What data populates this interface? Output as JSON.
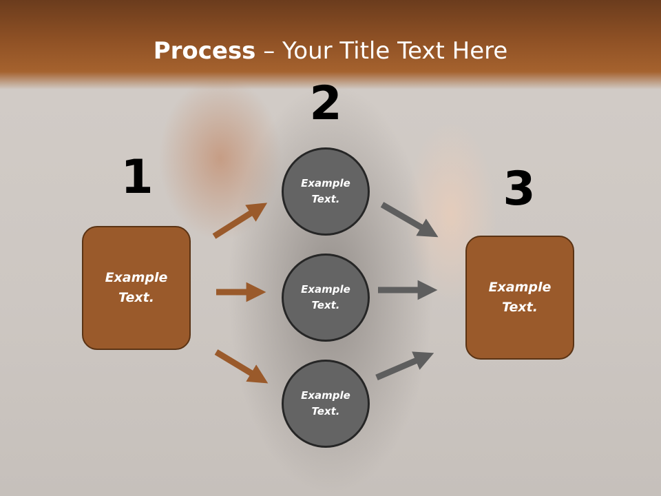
{
  "slide": {
    "title_bold": "Process",
    "title_rest": " – Your Title Text Here"
  },
  "numbers": [
    "1",
    "2",
    "3"
  ],
  "left_box": {
    "label_line1": "Example",
    "label_line2": "Text."
  },
  "right_box": {
    "label_line1": "Example",
    "label_line2": "Text."
  },
  "circles": [
    {
      "label_line1": "Example",
      "label_line2": "Text."
    },
    {
      "label_line1": "Example",
      "label_line2": "Text."
    },
    {
      "label_line1": "Example",
      "label_line2": "Text."
    }
  ],
  "colors": {
    "title_band": "#8f5125",
    "box_fill": "#9a5a2b",
    "box_border": "#5a3314",
    "circle_fill": "#646464",
    "circle_border": "#262626",
    "arrow_brown": "#9a5a2b",
    "arrow_gray": "#5e5e5e"
  },
  "icons": {
    "arrow": "arrow-right-icon"
  }
}
